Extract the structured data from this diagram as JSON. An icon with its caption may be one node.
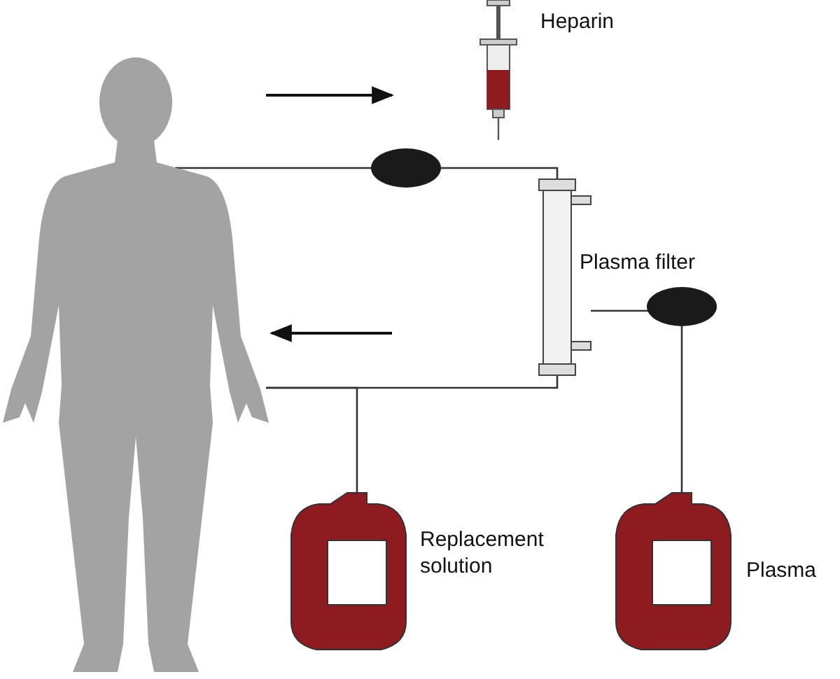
{
  "diagram": {
    "nodes": [
      {
        "text": [],
        "shape": "person"
      },
      {
        "text": [],
        "shape": "circle"
      },
      {
        "text": [],
        "shape": "picture",
        "beside": [
          "Heparin"
        ]
      },
      {
        "text": [],
        "shape": "picture",
        "beside": [
          "Plasma filter"
        ]
      },
      {
        "text": [],
        "shape": "circle"
      },
      {
        "text": [],
        "shape": "picture",
        "beside": [
          "Replacement solution"
        ]
      },
      {
        "text": [],
        "shape": "picture",
        "beside": [
          "Plasma"
        ]
      }
    ],
    "edges": [
      {
        "from": 0,
        "to": 1,
        "arrow": "none"
      },
      {
        "from": 1,
        "to": 3,
        "arrow": "none"
      },
      {
        "from": 3,
        "to": 4,
        "arrow": "none"
      },
      {
        "from": 4,
        "to": 6,
        "arrow": "none"
      },
      {
        "from": 3,
        "to": 0,
        "arrow": "none"
      },
      {
        "from": 5,
        "to": 0,
        "arrow": "none"
      }
    ]
  }
}
